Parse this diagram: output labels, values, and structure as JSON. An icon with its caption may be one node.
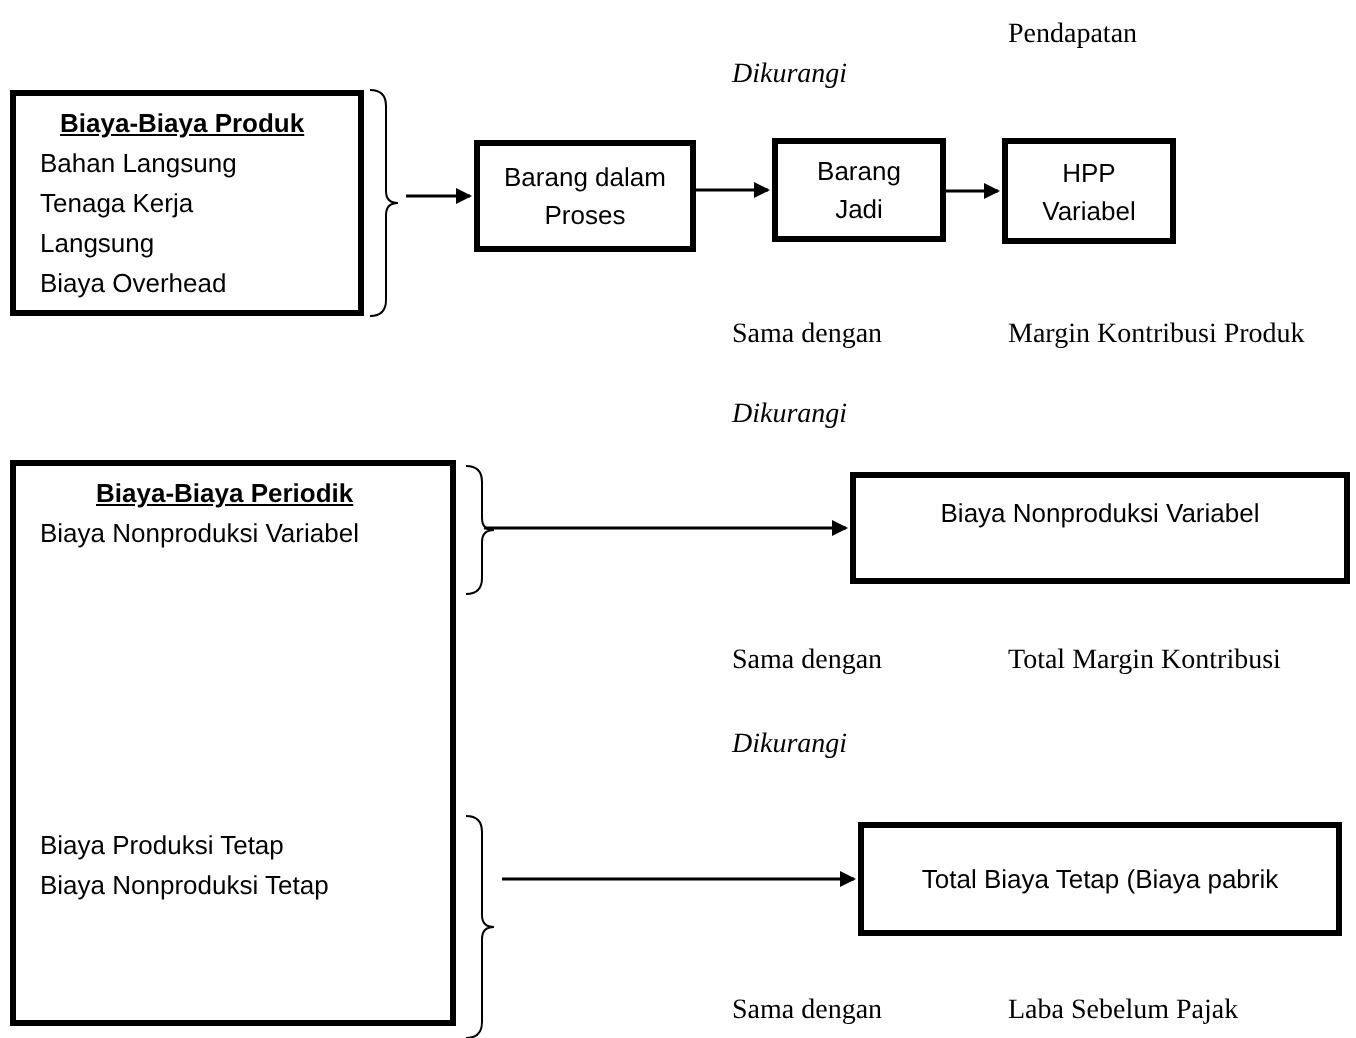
{
  "diagram": {
    "nodes": [
      {
        "text": [
          "Biaya-Biaya Produk",
          "Bahan Langsung",
          "Tenaga Kerja Langsung",
          "Biaya Overhead"
        ]
      },
      {
        "text": [
          "Barang dalam Proses"
        ]
      },
      {
        "text": [
          "Barang Jadi"
        ]
      },
      {
        "text": [
          "HPP Variabel"
        ]
      },
      {
        "text": [
          "Biaya-Biaya Periodik",
          "Biaya Nonproduksi Variabel",
          "Biaya Produksi Tetap",
          "Biaya Nonproduksi Tetap"
        ]
      },
      {
        "text": [
          "Biaya Nonproduksi Variabel"
        ]
      },
      {
        "text": [
          "Total Biaya Tetap (Biaya pabrik"
        ]
      }
    ],
    "edges": [
      {
        "from": 0,
        "to": 1,
        "arrow": "to"
      },
      {
        "from": 1,
        "to": 2,
        "arrow": "to"
      },
      {
        "from": 2,
        "to": 3,
        "arrow": "to"
      },
      {
        "from": 4,
        "to": 5,
        "arrow": "to"
      },
      {
        "from": 4,
        "to": 6,
        "arrow": "to"
      }
    ],
    "labels": [
      "Pendapatan",
      "Dikurangi",
      "Sama dengan",
      "Margin Kontribusi Produk",
      "Dikurangi",
      "Sama dengan",
      "Total Margin Kontribusi",
      "Dikurangi",
      "Sama dengan",
      "Laba Sebelum Pajak"
    ]
  }
}
